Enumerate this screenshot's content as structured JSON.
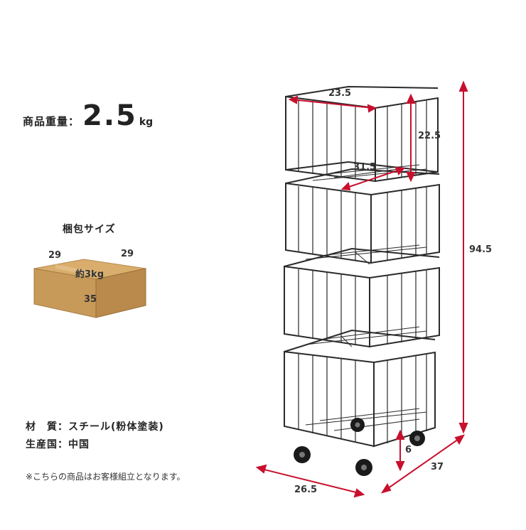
{
  "weight": {
    "label": "商品重量：",
    "value": "2.5",
    "unit": "kg"
  },
  "package": {
    "title": "梱包サイズ",
    "depth": "29",
    "width": "29",
    "height": "35",
    "weight": "約3kg"
  },
  "specs": [
    {
      "text": "材　質：スチール(粉体塗装)"
    },
    {
      "text": "生産国：中国"
    }
  ],
  "note": "※こちらの商品はお客様組立となります。",
  "dimensions": {
    "basket_width": "23.5",
    "basket_height": "22.5",
    "basket_depth": "31.5",
    "total_height": "94.5",
    "caster_height": "6",
    "base_width": "26.5",
    "base_depth": "37"
  },
  "colors": {
    "dimension_arrow": "#c8102e",
    "box": "#c79a5a",
    "wire": "#2a2a2a"
  }
}
